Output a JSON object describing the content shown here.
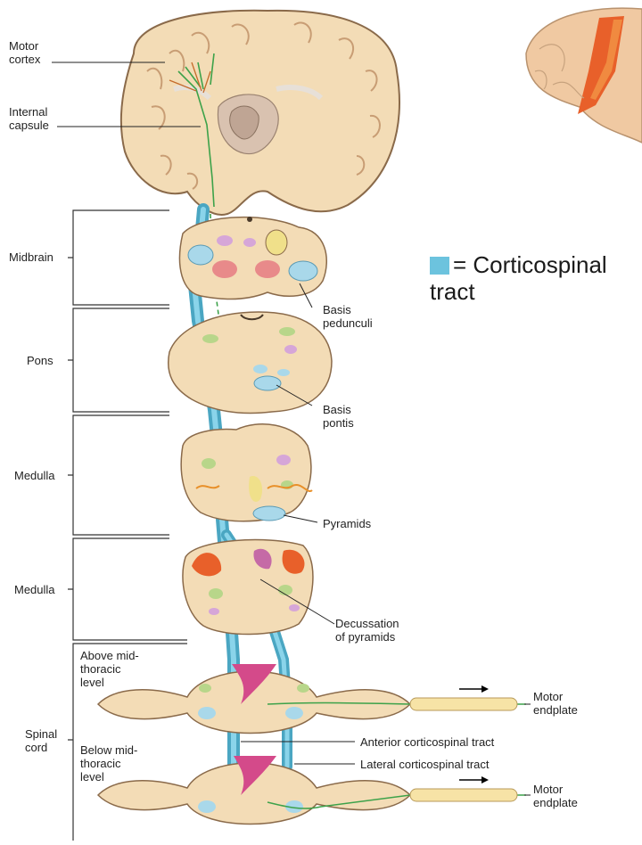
{
  "labels": {
    "motor_cortex": "Motor\ncortex",
    "internal_capsule": "Internal\ncapsule",
    "midbrain": "Midbrain",
    "pons": "Pons",
    "medulla_1": "Medulla",
    "medulla_2": "Medulla",
    "spinal_cord": "Spinal\ncord",
    "above_mid_thoracic": "Above mid-\nthoracic\nlevel",
    "below_mid_thoracic": "Below mid-\nthoracic\nlevel",
    "basis_pedunculi": "Basis\npedunculi",
    "basis_pontis": "Basis\npontis",
    "pyramids": "Pyramids",
    "decussation": "Decussation\nof pyramids",
    "anterior_tract": "Anterior corticospinal tract",
    "lateral_tract": "Lateral corticospinal tract",
    "motor_endplate_1": "Motor\nendplate",
    "motor_endplate_2": "Motor\nendplate"
  },
  "legend": {
    "text": "= Corticospinal\ntract",
    "color": "#6cc3de",
    "color_name": "light-blue"
  },
  "colors": {
    "tissue": "#f3dcb6",
    "tract": "#6cc3de",
    "outline": "#8a6a4a",
    "cortex_highlight": "#e8602a"
  }
}
